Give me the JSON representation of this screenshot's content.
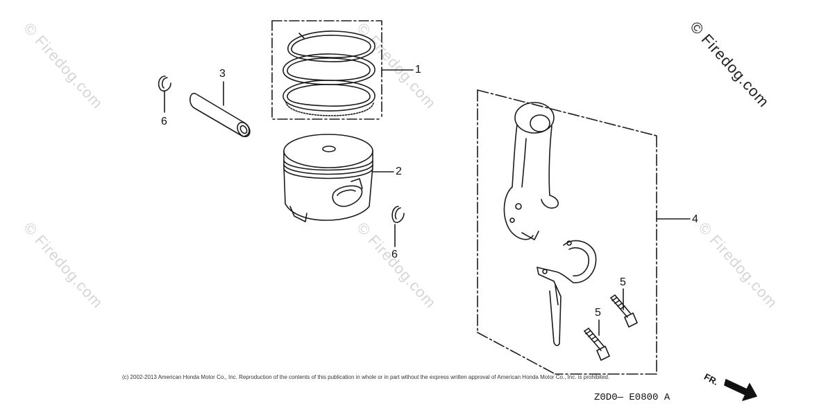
{
  "watermark": {
    "text": "© Firedog.com"
  },
  "callouts": {
    "piston_ring_set": "1",
    "piston": "2",
    "piston_pin": "3",
    "connecting_rod_set": "4",
    "rod_bolt_upper": "5",
    "rod_bolt_lower": "5",
    "pin_clip_left": "6",
    "pin_clip_right": "6"
  },
  "footer": {
    "copyright": "(c) 2002-2013 American Honda Motor Co., Inc. Reproduction of the contents of this publication in whole or in part without the express written approval of American Honda Motor Co., Inc. is prohibited.",
    "diagram_code": "Z0D0— E0800 A",
    "direction_label": "FR."
  },
  "colors": {
    "line": "#1a1a1a",
    "watermark": "#d6d6d6",
    "background": "#ffffff"
  }
}
